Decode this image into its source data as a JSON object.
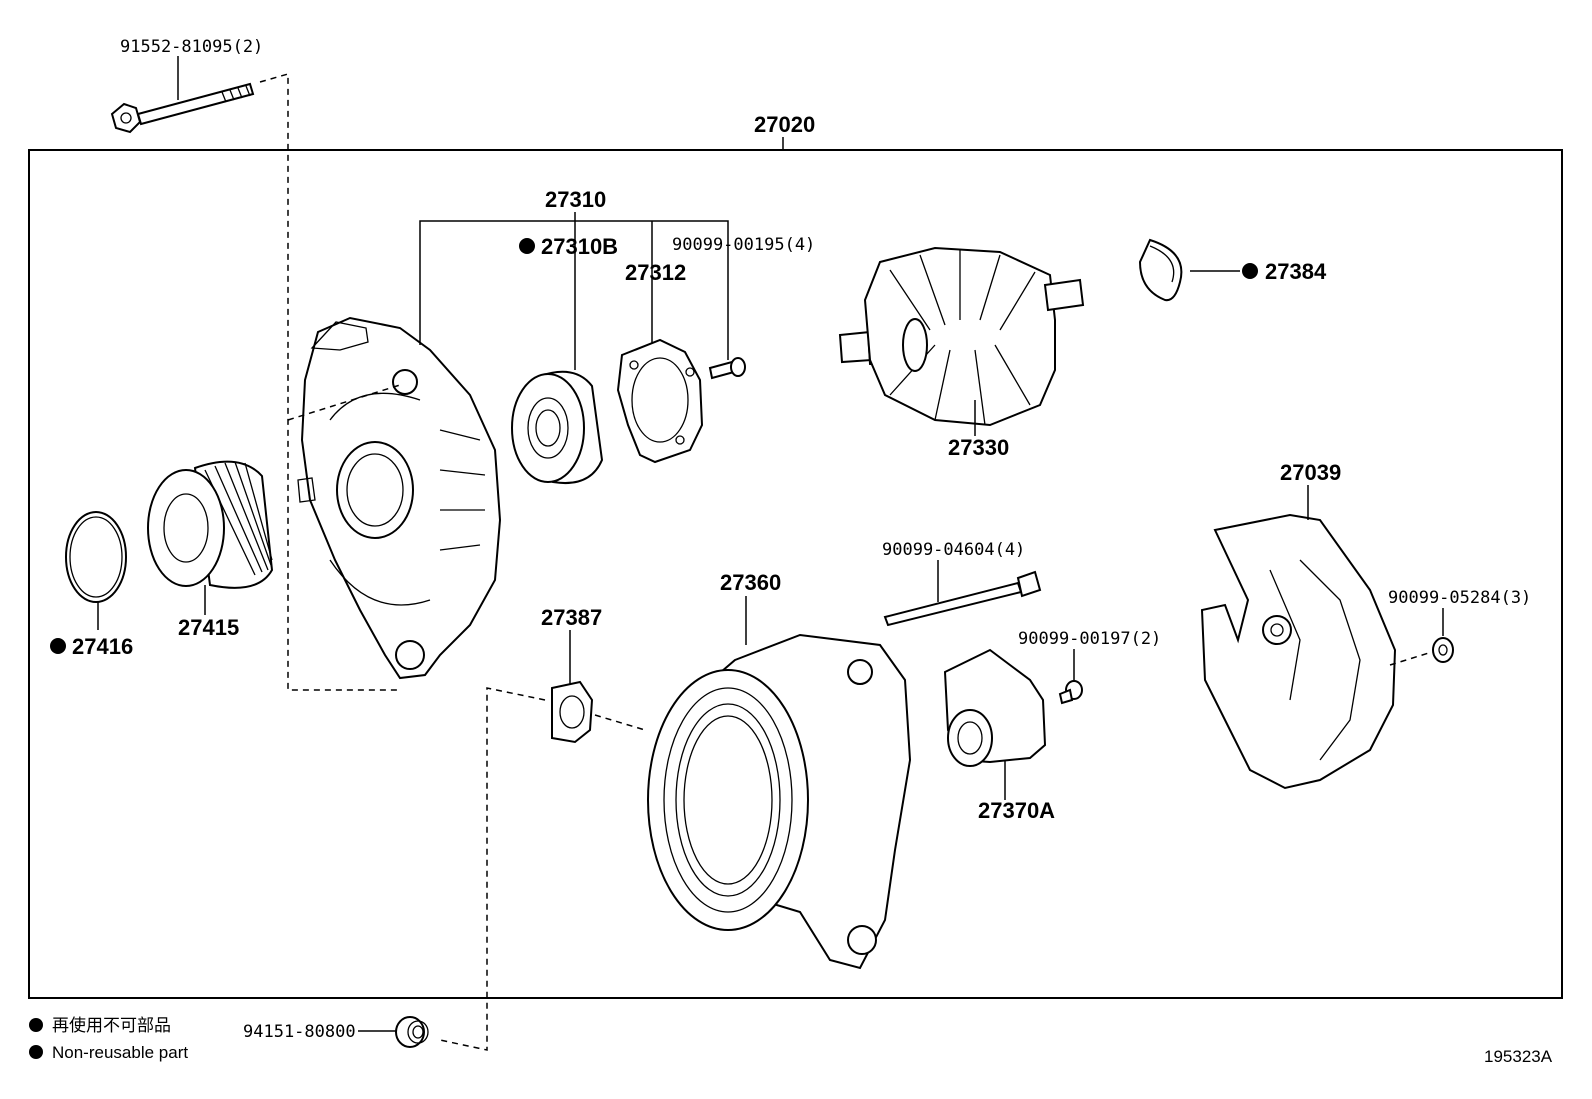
{
  "diagram_code": "195323A",
  "assembly_label": "27020",
  "parts": {
    "through_bolt": "91552-81095(2)",
    "frame_assy": "27310",
    "bearing": "27310B",
    "bearing_retainer": "27312",
    "retainer_screw": "90099-00195(4)",
    "rotor": "27330",
    "bearing_cover": "27384",
    "end_cover": "27039",
    "long_bolt": "90099-04604(4)",
    "end_cover_nut": "90099-05284(3)",
    "rear_frame": "27360",
    "rectifier_cap": "27387",
    "regulator_screw": "90099-00197(2)",
    "regulator": "27370A",
    "pulley": "27415",
    "pulley_cap": "27416",
    "terminal_nut": "94151-80800"
  },
  "legend": {
    "symbol": "●",
    "jp": "再使用不可部品",
    "en": "Non-reusable part"
  },
  "non_reusable_parts": [
    "27310B",
    "27384",
    "27416"
  ]
}
